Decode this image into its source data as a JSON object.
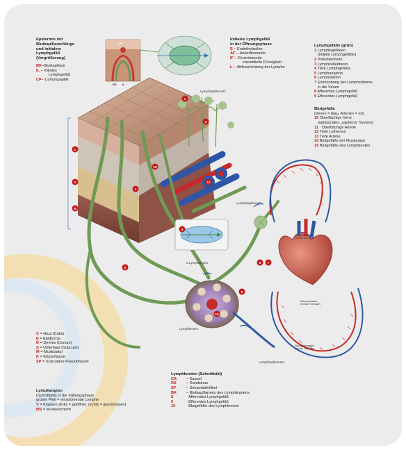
{
  "title_epidermis": [
    "Epidermis mit",
    "Blutkapillarschlinge",
    "und initialem",
    "Lymphgefäß",
    "(Vergrößerung)"
  ],
  "epidermis_legend": [
    {
      "code": "BK",
      "text": "Blutkapillare"
    },
    {
      "code": "IL",
      "text": "initiales"
    },
    {
      "code": "",
      "text": "Lymphgefäß"
    },
    {
      "code": "CP",
      "text": "Coriumpapille"
    }
  ],
  "title_initial": [
    "Initiales Lymphgefäß",
    "in der Öffnungsphase"
  ],
  "initial_legend": [
    {
      "code": "E",
      "text": "Endothelzellen"
    },
    {
      "code": "AF",
      "text": "Ankerfilamente"
    },
    {
      "code": "IF",
      "text": "Einströmende"
    },
    {
      "code": "",
      "text": "interstitielle Flüssigkeit"
    },
    {
      "code": "L",
      "text": "Abflussrichtung der Lymphe"
    }
  ],
  "title_lymph": "Lymphgefäße (grün)",
  "lymph_legend": [
    {
      "code": "1",
      "text": "Lymphkapillaren"
    },
    {
      "code": "",
      "text": "(initiale Lymphgefäße)"
    },
    {
      "code": "2",
      "text": "Präkollektoren"
    },
    {
      "code": "3",
      "text": "Lymphkollektoren"
    },
    {
      "code": "4",
      "text": "Tiefe Lymphgefäße"
    },
    {
      "code": "5",
      "text": "Lymphangione"
    },
    {
      "code": "6",
      "text": "Lymphstamm"
    },
    {
      "code": "7",
      "text": "Einmündung der Lymphstämme"
    },
    {
      "code": "",
      "text": "in die Venen"
    },
    {
      "code": "8",
      "text": "Afferentes Lymphgefäß"
    },
    {
      "code": "9",
      "text": "Efferentes Lymphgefäß"
    }
  ],
  "title_blood": "Blutgefäße",
  "blood_sub": "(Venen = blau, Arterien = rot)",
  "blood_legend": [
    {
      "code": "10",
      "text": "Oberflächige Vene"
    },
    {
      "code": "",
      "text": "(epifasziales „saphena“ System)"
    },
    {
      "code": "11",
      "text": "Oberflächige Arterie"
    },
    {
      "code": "12",
      "text": "Tiefe Leitvenen"
    },
    {
      "code": "13",
      "text": "Tiefe Arterie"
    },
    {
      "code": "14",
      "text": "Blutgefäße der Muskulatur"
    },
    {
      "code": "15",
      "text": "Blutgefäße des Lymphknoten"
    }
  ],
  "layers_legend": [
    {
      "code": "C",
      "text": "Haut (Cutis)"
    },
    {
      "code": "E",
      "text": "Epidermis"
    },
    {
      "code": "D",
      "text": "Dermis (Corium)"
    },
    {
      "code": "S",
      "text": "Unterhaut (Subcutis)"
    },
    {
      "code": "M",
      "text": "Muskulatur"
    },
    {
      "code": "K",
      "text": "Körperfaszie"
    },
    {
      "code": "SP",
      "text": "Subcutane Pseudofaszie"
    }
  ],
  "title_angion": "Lymphangion",
  "angion_lines": [
    "(Schnittbild) in der Füllungsphase",
    "grüner Pfeil = einströmende Lymphe"
  ],
  "angion_legend": [
    {
      "code": "V",
      "text": "Klappen (links = geöffnet, rechts = geschlossen)"
    },
    {
      "code": "MS",
      "text": "Muskelschicht"
    }
  ],
  "title_node": "Lymphknoten (Schnittbild)",
  "node_legend": [
    {
      "code": "CA",
      "text": "Kapsel"
    },
    {
      "code": "RS",
      "text": "Randsinus"
    },
    {
      "code": "SF",
      "text": "Sekundärfollikel"
    },
    {
      "code": "BK",
      "text": "Blutkapillarnetz des Lymphknotens"
    },
    {
      "code": "8",
      "text": "Afferentes Lymphgefäß"
    },
    {
      "code": "9",
      "text": "Efferentes Lymphgefäß"
    },
    {
      "code": "15",
      "text": "Blutgefäße des Lymphknoten"
    }
  ],
  "diagram_labels": {
    "lymphkapillarnetz_top": "Lymphkapillarnetz",
    "lymphkapillarnetz_mid": "Lymphkapillarnetz",
    "lymphkapillarnetz_bottom": "Lymphkapillarnetz",
    "lymphknoten": "Lymphknoten",
    "lymphangion": "5  Lymphangion",
    "lungenkreislauf_1": "Lungenkreislauf",
    "lungenkreislauf_2": "(kleiner Kreislauf)",
    "koerperkreislauf_1": "Körperkreislauf",
    "koerperkreislauf_2": "(Großer Kreislauf)",
    "fluessig_1": "Flüssigkeitsaustritt",
    "fluessig_2": "aus den Kapillaren",
    "bk": "BK",
    "il": "IL",
    "cp": "CP"
  },
  "colors": {
    "lymph_green": "#6f9a55",
    "vein_blue": "#2f56a6",
    "artery_red": "#c62a2a",
    "node_purple": "#8a6aa8",
    "skin_brown": "#b58a70",
    "legend_red": "#c41818"
  }
}
